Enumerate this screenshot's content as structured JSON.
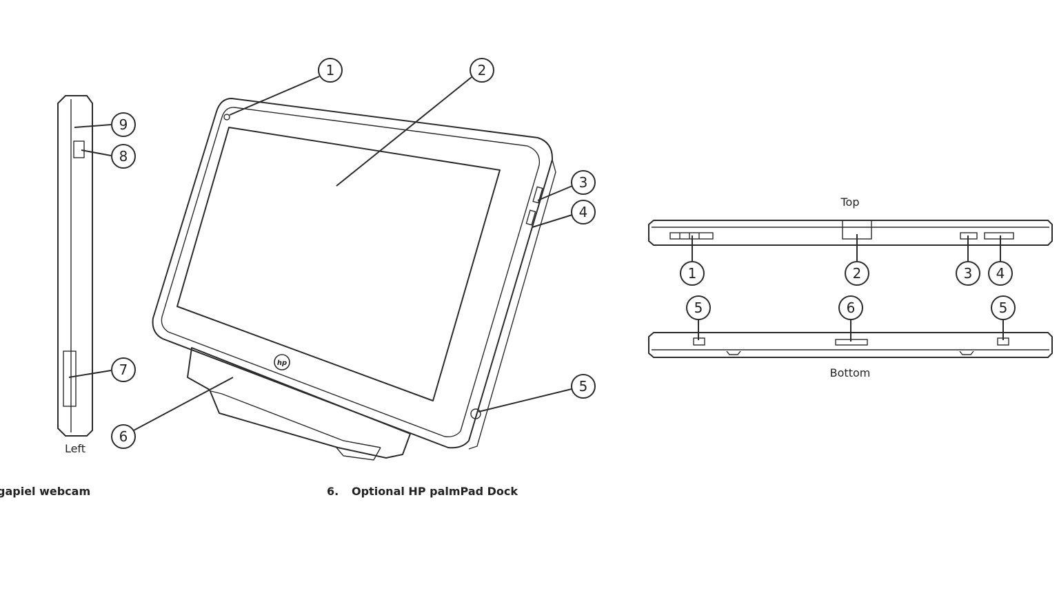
{
  "views": {
    "left_label": "Left",
    "top_label": "Top",
    "bottom_label": "Bottom"
  },
  "captions": {
    "webcam": "gapiel webcam",
    "dock_number": "6.",
    "dock": "Optional HP palmPad Dock"
  },
  "logo_text": "hp",
  "callouts": {
    "left": [
      "9",
      "8",
      "7"
    ],
    "main": [
      "1",
      "2",
      "3",
      "4",
      "5",
      "6"
    ],
    "top": [
      "1",
      "2",
      "3",
      "4"
    ],
    "bottom": [
      "5",
      "6",
      "5"
    ]
  }
}
